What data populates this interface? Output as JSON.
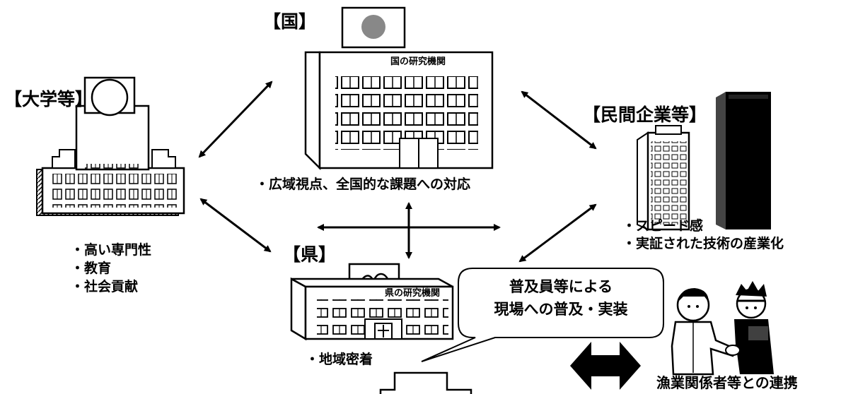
{
  "country": {
    "label": "【国】",
    "building_sign": "国の研究機関",
    "notes": [
      "広域視点、全国的な課題への対応"
    ]
  },
  "university": {
    "label": "【大学等】",
    "notes": [
      "高い専門性",
      "教育",
      "社会貢献"
    ]
  },
  "private": {
    "label": "【民間企業等】",
    "notes": [
      "スピード感",
      "実証された技術の産業化"
    ]
  },
  "prefecture": {
    "label": "【県】",
    "building_sign": "県の研究機関",
    "notes": [
      "地域密着"
    ]
  },
  "callout": {
    "line1": "普及員等による",
    "line2": "現場への普及・実装"
  },
  "fishery": {
    "label": "漁業関係者等との連携"
  }
}
